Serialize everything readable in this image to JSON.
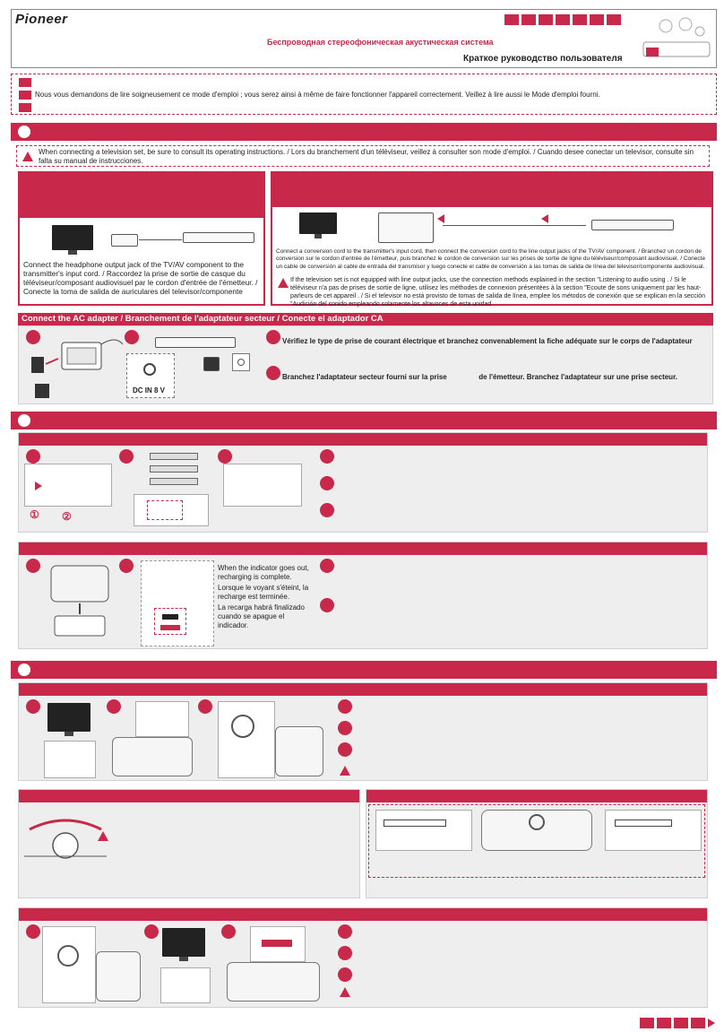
{
  "header": {
    "logo": "Pioneer",
    "title_ru": "Беспроводная стереофоническая акустическая система",
    "subtitle_ru": "Краткое руководство пользователя"
  },
  "intro": {
    "line2": "Nous vous demandons de lire soigneusement ce mode d'emploi ; vous serez ainsi à même de faire fonctionner l'appareil correctement. Veillez à lire aussi le Mode d'emploi fourni."
  },
  "connection": {
    "warning": "When connecting a television set, be sure to consult its operating instructions. / Lors du branchement d'un téléviseur, veillez à consulter son mode d'emploi. / Cuando desee conectar un televisor, consulte sin falta su manual de instrucciones.",
    "left_text": "Connect the headphone output jack of the TV/AV component to the transmitter's input cord. / Raccordez la prise de sortie de casque du téléviseur/composant audiovisuel par le cordon d'entrée de l'émetteur. / Conecte la toma de salida de auriculares del televisor/componente",
    "right_text": "Connect a conversion cord to the transmitter's input cord, then connect the conversion cord to the line output jacks of the TV/AV component. / Branchez un cordon de conversion sur le cordon d'entrée de l'émetteur, puis branchez le cordon de conversion sur les prises de sortie de ligne du téléviseur/composant audiovisuel. / Conecte un cable de conversión al cable de entrada del transmisor y luego conecte el cable de conversión a las tomas de salida de línea del televisor/componente audiovisual.",
    "right_note": "If the television set is not equipped with line output jacks, use the connection methods explained in the section \"Listening to audio using . / Si le téléviseur n'a pas de prises de sortie de ligne, utilisez les méthodes de connexion présentées à la section \"Ecoute de sons uniquement par les haut-parleurs de cet appareil . / Si el televisor no está provisto de tomas de salida de línea, emplee los métodos de conexión que se explican en la sección \"Audición del sonido empleando solamente los altavoces de esta unidad"
  },
  "ac": {
    "title": "Connect the AC adapter / Branchement de l'adaptateur secteur / Conecte el adaptador CA",
    "step1": "Vérifiez le type de prise de courant électrique et branchez convenablement la fiche adéquate sur le corps de l'adaptateur",
    "step2": "Branchez l'adaptateur secteur fourni sur la prise                de l'émetteur. Branchez l'adaptateur sur une prise secteur.",
    "dc_label": "DC IN 8 V"
  },
  "battery": {
    "marks": [
      "①",
      "②"
    ]
  },
  "charge": {
    "bullets": [
      "When the indicator goes out, recharging is complete.",
      "Lorsque le voyant s'éteint, la recharge est terminée.",
      "La recarga habrá finalizado cuando se apague el indicador."
    ]
  },
  "colors": {
    "accent": "#c8294a",
    "panel": "#eeeeee"
  }
}
